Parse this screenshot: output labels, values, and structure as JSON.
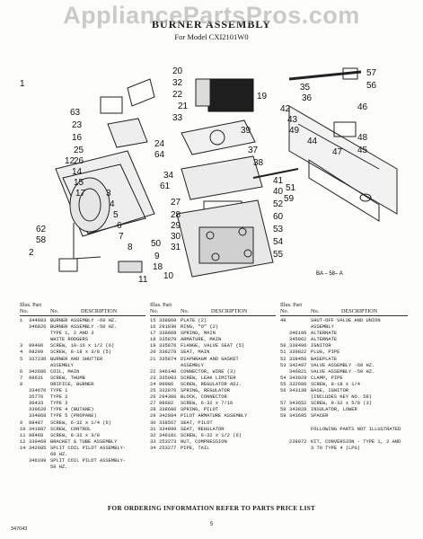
{
  "watermark": "AppliancePartsPros.com",
  "title": "BURNER ASSEMBLY",
  "subtitle": "For Model CXI2101W0",
  "diagram": {
    "callouts": [
      "1",
      "63",
      "23",
      "16",
      "25",
      "26",
      "14",
      "15",
      "17",
      "12",
      "62",
      "58",
      "2",
      "20",
      "32",
      "22",
      "21",
      "33",
      "19",
      "24",
      "64",
      "27",
      "28",
      "29",
      "30",
      "31",
      "18",
      "11",
      "10",
      "9",
      "39",
      "37",
      "38",
      "57",
      "56",
      "35",
      "36",
      "46",
      "48",
      "45",
      "47",
      "41",
      "40",
      "52",
      "60",
      "53",
      "54",
      "55",
      "50",
      "8",
      "7",
      "6",
      "5",
      "4",
      "3",
      "34",
      "61",
      "44",
      "49",
      "42",
      "43",
      "51",
      "59"
    ],
    "ref": "BA – 58– A"
  },
  "parts_header": {
    "illus": "Illus. Part",
    "no": "No.",
    "part_no": "No.",
    "description": "DESCRIPTION"
  },
  "columns": [
    [
      {
        "n": "1",
        "p": "344883",
        "d": "BURNER ASSEMBLY -60 HZ."
      },
      {
        "n": "",
        "p": "346826",
        "d": "BURNER ASSEMBLY -50 HZ."
      },
      {
        "n": "",
        "p": "",
        "d": "TYPE 1, 2 AND 3"
      },
      {
        "n": "",
        "p": "",
        "d": "WHITE RODGERS"
      },
      {
        "n": "3",
        "p": "99406",
        "d": "SCREW, 10-16 x 1/2 (6)"
      },
      {
        "n": "4",
        "p": "98209",
        "d": "SCREW, 8-18 x 3/8 (5)"
      },
      {
        "n": "5",
        "p": "337236",
        "d": "BURNER AND SHUTTER"
      },
      {
        "n": "",
        "p": "",
        "d": "ASSEMBLY"
      },
      {
        "n": "6",
        "p": "342686",
        "d": "COIL, MAIN"
      },
      {
        "n": "7",
        "p": "98631",
        "d": "SCREW, THUMB"
      },
      {
        "n": "8",
        "p": "",
        "d": "ORIFICE, BURNER"
      },
      {
        "n": "",
        "p": "334676",
        "d": "TYPE 1"
      },
      {
        "n": "",
        "p": "35776",
        "d": "TYPE 2"
      },
      {
        "n": "",
        "p": "36433",
        "d": "TYPE 3"
      },
      {
        "n": "",
        "p": "339626",
        "d": "TYPE 4 (BUTANE)"
      },
      {
        "n": "",
        "p": "334868",
        "d": "TYPE 5 (PROPANE)"
      },
      {
        "n": "9",
        "p": "98487",
        "d": "SCREW, 6-32 x 1/4 (6)"
      },
      {
        "n": "10",
        "p": "341887",
        "d": "SCREW, CONTROL"
      },
      {
        "n": "11",
        "p": "98468",
        "d": "SCREW, 8-32 x 3/8"
      },
      {
        "n": "12",
        "p": "339469",
        "d": "BRACKET & TUBE ASSEMBLY"
      },
      {
        "n": "14",
        "p": "342685",
        "d": "SPLIT COIL PILOT ASSEMBLY-"
      },
      {
        "n": "",
        "p": "",
        "d": "60 HZ."
      },
      {
        "n": "",
        "p": "346199",
        "d": "SPLIT COIL PILOT ASSEMBLY-"
      },
      {
        "n": "",
        "p": "",
        "d": "50 HZ."
      }
    ],
    [
      {
        "n": "15",
        "p": "338869",
        "d": "PLATE (2)"
      },
      {
        "n": "16",
        "p": "291830",
        "d": "RING, \"O\" (2)"
      },
      {
        "n": "17",
        "p": "338868",
        "d": "SPRING, MAIN"
      },
      {
        "n": "18",
        "p": "335879",
        "d": "ARMATURE, MAIN"
      },
      {
        "n": "19",
        "p": "335876",
        "d": "FLANGE, VALVE SEAT (5)"
      },
      {
        "n": "20",
        "p": "338278",
        "d": "SEAT, MAIN"
      },
      {
        "n": "21",
        "p": "335874",
        "d": "DIAPHRAGM AND GASKET"
      },
      {
        "n": "",
        "p": "",
        "d": "ASSEMBLY"
      },
      {
        "n": "22",
        "p": "346140",
        "d": "CONNECTOR, WIRE (3)"
      },
      {
        "n": "23",
        "p": "335983",
        "d": "SCREW, LEAK LIMITER"
      },
      {
        "n": "24",
        "p": "99986",
        "d": "SCREW, REGULATOR ADJ."
      },
      {
        "n": "25",
        "p": "332876",
        "d": "SPRING, REGULATOR"
      },
      {
        "n": "26",
        "p": "294386",
        "d": "BLOCK, CONNECTOR"
      },
      {
        "n": "27",
        "p": "98682",
        "d": "SCREW, 6-32 x 7/16"
      },
      {
        "n": "28",
        "p": "338686",
        "d": "SPRING, PILOT"
      },
      {
        "n": "29",
        "p": "342884",
        "d": "PILOT ARMATURE ASSEMBLY"
      },
      {
        "n": "30",
        "p": "338567",
        "d": "SEAT, PILOT"
      },
      {
        "n": "31",
        "p": "334899",
        "d": "SEAT, REGULATOR"
      },
      {
        "n": "32",
        "p": "346181",
        "d": "SCREW, 6-32 x 1/2 (6)"
      },
      {
        "n": "33",
        "p": "253273",
        "d": "NUT, COMPRESSION"
      },
      {
        "n": "34",
        "p": "253277",
        "d": "PIPE, TAIL"
      }
    ],
    [
      {
        "n": "49",
        "p": "",
        "d": "SHUT-OFF VALVE AND UNION"
      },
      {
        "n": "",
        "p": "",
        "d": "ASSEMBLY"
      },
      {
        "n": "",
        "p": "346106",
        "d": "ALTERNATE"
      },
      {
        "n": "",
        "p": "345062",
        "d": "ALTERNATE"
      },
      {
        "n": "50",
        "p": "338496",
        "d": "IGNITOR"
      },
      {
        "n": "51",
        "p": "339822",
        "d": "PLUG, PIPE"
      },
      {
        "n": "52",
        "p": "338456",
        "d": "BASEPLATE"
      },
      {
        "n": "53",
        "p": "342497",
        "d": "VALVE ASSEMBLY -60 HZ."
      },
      {
        "n": "",
        "p": "346821",
        "d": "VALVE ASSEMBLY -50 HZ."
      },
      {
        "n": "54",
        "p": "343029",
        "d": "CLAMP, PIPE"
      },
      {
        "n": "55",
        "p": "332686",
        "d": "SCREW, 8-18 x 1/4"
      },
      {
        "n": "56",
        "p": "343138",
        "d": "BASE, IGNITOR"
      },
      {
        "n": "",
        "p": "",
        "d": "(INCLUDES KEY NO. 58)"
      },
      {
        "n": "57",
        "p": "343652",
        "d": "SCREW, 8-32 x 5/8 (3)"
      },
      {
        "n": "58",
        "p": "343828",
        "d": "INSULATOR, LOWER"
      },
      {
        "n": "59",
        "p": "343695",
        "d": "SPACER"
      },
      {
        "n": "",
        "p": "",
        "d": ""
      },
      {
        "n": "",
        "p": "",
        "d": "FOLLOWING PARTS NOT ILLUSTRATED"
      },
      {
        "n": "",
        "p": "",
        "d": ""
      },
      {
        "n": "",
        "p": "238072",
        "d": "KIT, CONVERSION - TYPE 1, 2 AND"
      },
      {
        "n": "",
        "p": "",
        "d": "3 TO TYPE 4 (LPG)"
      }
    ]
  ],
  "footer": "FOR ORDERING INFORMATION REFER TO PARTS PRICE LIST",
  "page_number": "5",
  "doc_code": "347043"
}
